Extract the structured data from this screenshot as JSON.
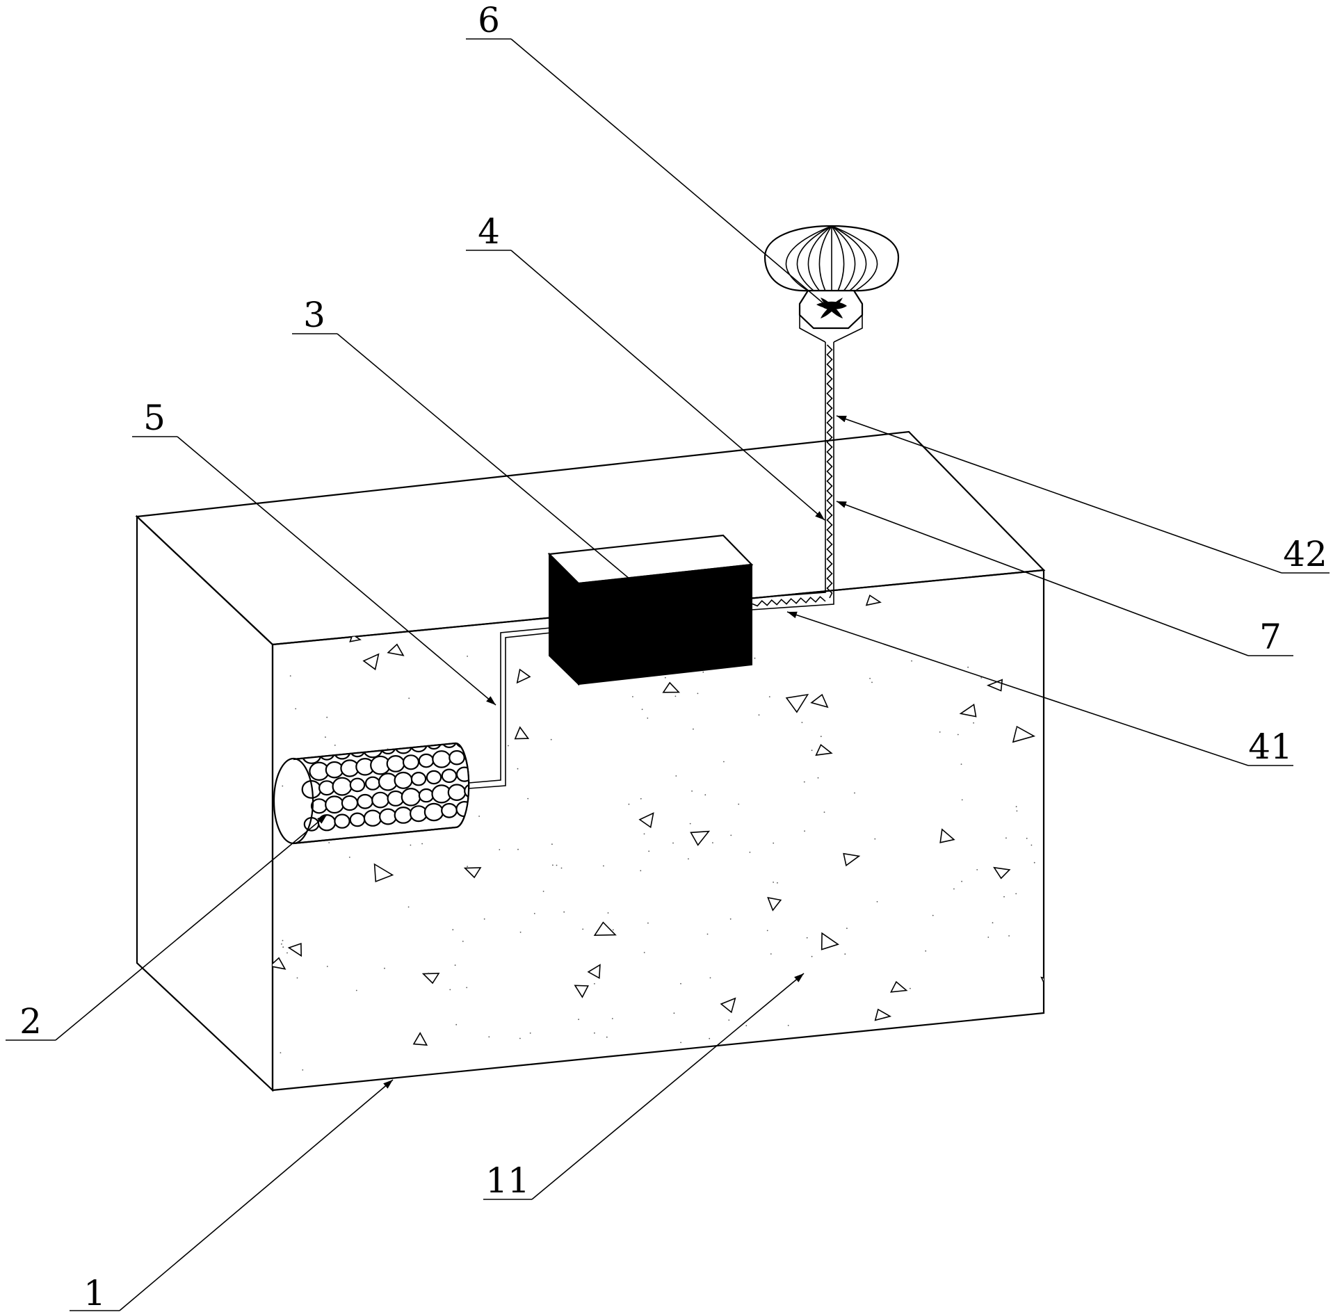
{
  "labels": {
    "l1": "1",
    "l2": "2",
    "l3": "3",
    "l4": "4",
    "l5": "5",
    "l6": "6",
    "l7": "7",
    "l11": "11",
    "l41": "41",
    "l42": "42"
  },
  "colors": {
    "ink": "#000000",
    "paper": "#ffffff"
  }
}
